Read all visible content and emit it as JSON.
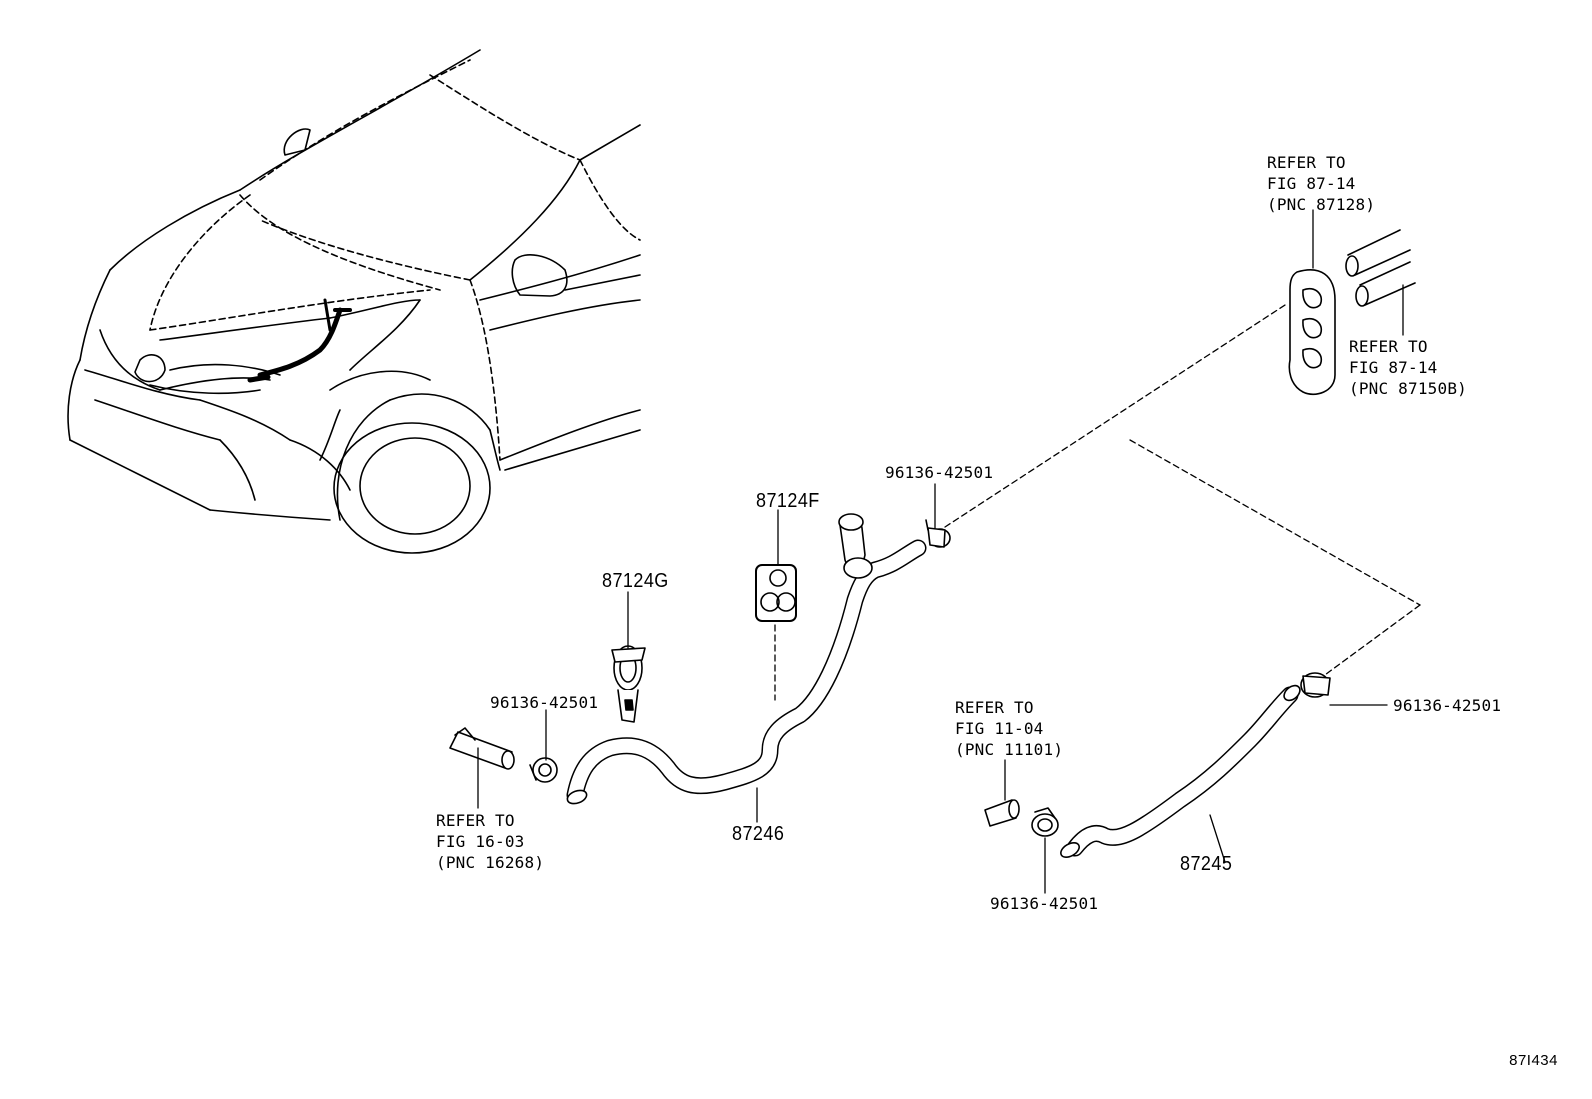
{
  "parts": {
    "hose_87246": "87246",
    "hose_87245": "87245",
    "clamp_87124g": "87124G",
    "clamp_87124f": "87124F"
  },
  "clips": {
    "clip_upper_center": "96136-42501",
    "clip_left": "96136-42501",
    "clip_right": "96136-42501",
    "clip_bottom": "96136-42501"
  },
  "refs": {
    "top_right": {
      "line1": "REFER TO",
      "line2": "FIG 87-14",
      "line3": "(PNC 87128)"
    },
    "right_pipes": {
      "line1": "REFER TO",
      "line2": "FIG 87-14",
      "line3": "(PNC 87150B)"
    },
    "left_pipe": {
      "line1": "REFER TO",
      "line2": "FIG 16-03",
      "line3": "(PNC 16268)"
    },
    "engine_pipe": {
      "line1": "REFER TO",
      "line2": "FIG 11-04",
      "line3": "(PNC 11101)"
    }
  },
  "figure_code": "87I434"
}
